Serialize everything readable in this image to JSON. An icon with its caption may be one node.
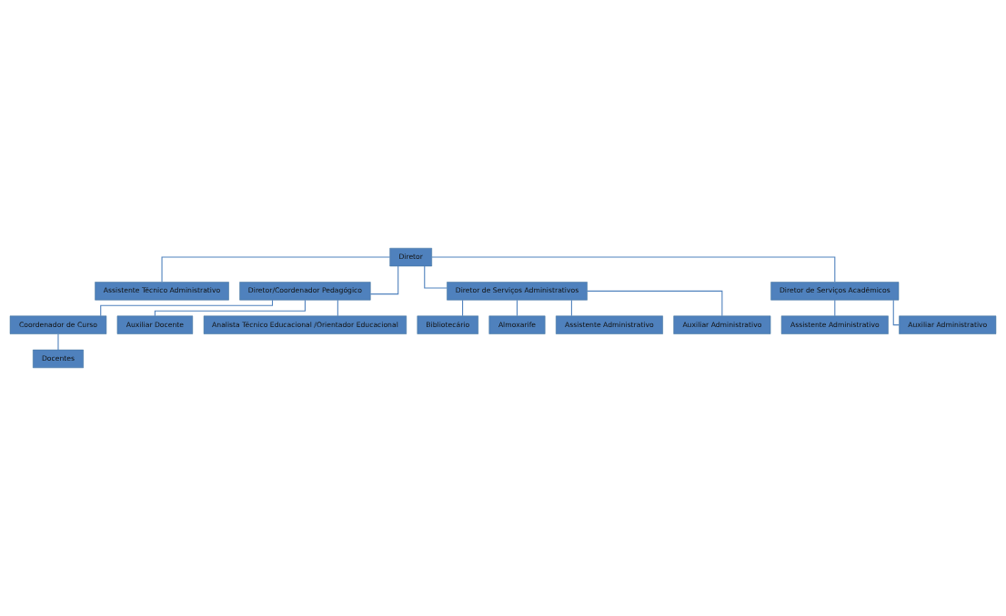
{
  "diagram": {
    "nodes": [
      {
        "text": [
          "Diretor"
        ]
      },
      {
        "text": [
          "Assistente Técnico Administrativo"
        ]
      },
      {
        "text": [
          "Diretor/Coordenador Pedagógico"
        ]
      },
      {
        "text": [
          "Diretor de Serviços Administrativos"
        ]
      },
      {
        "text": [
          "Diretor de Serviços Acadêmicos"
        ]
      },
      {
        "text": [
          "Coordenador de Curso"
        ]
      },
      {
        "text": [
          "Docentes"
        ]
      },
      {
        "text": [
          "Auxiliar Docente"
        ]
      },
      {
        "text": [
          "Analista Técnico Educacional /Orientador Educacional"
        ]
      },
      {
        "text": [
          "Bibliotecário"
        ]
      },
      {
        "text": [
          "Almoxarife"
        ]
      },
      {
        "text": [
          "Assistente Administrativo"
        ]
      },
      {
        "text": [
          "Auxiliar Administrativo"
        ]
      },
      {
        "text": [
          "Assistente Administrativo"
        ]
      },
      {
        "text": [
          "Auxiliar Administrativo"
        ]
      }
    ],
    "edges": [
      {
        "from": 0,
        "to": 1,
        "arrow": "none"
      },
      {
        "from": 0,
        "to": 2,
        "arrow": "none"
      },
      {
        "from": 0,
        "to": 3,
        "arrow": "none"
      },
      {
        "from": 0,
        "to": 4,
        "arrow": "none"
      },
      {
        "from": 2,
        "to": 5,
        "arrow": "none"
      },
      {
        "from": 5,
        "to": 6,
        "arrow": "none"
      },
      {
        "from": 2,
        "to": 7,
        "arrow": "none"
      },
      {
        "from": 2,
        "to": 8,
        "arrow": "none"
      },
      {
        "from": 3,
        "to": 9,
        "arrow": "none"
      },
      {
        "from": 3,
        "to": 10,
        "arrow": "none"
      },
      {
        "from": 3,
        "to": 11,
        "arrow": "none"
      },
      {
        "from": 3,
        "to": 12,
        "arrow": "none"
      },
      {
        "from": 4,
        "to": 13,
        "arrow": "none"
      },
      {
        "from": 4,
        "to": 14,
        "arrow": "none"
      }
    ]
  }
}
